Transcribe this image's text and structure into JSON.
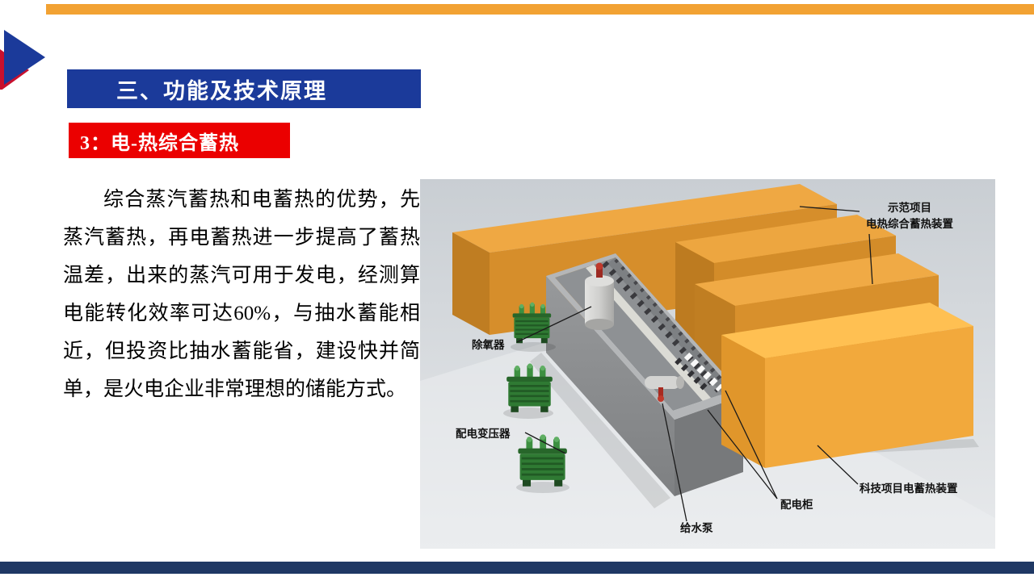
{
  "slide": {
    "section_title": "三、功能及技术原理",
    "subsection_title": "3：电-热综合蓄热",
    "body_text": "综合蒸汽蓄热和电蓄热的优势，先蒸汽蓄热，再电蓄热进一步提高了蓄热温差，出来的蒸汽可用于发电，经测算电能转化效率可达60%，与抽水蓄能相近，但投资比抽水蓄能省，建设快并简单，是火电企业非常理想的储能方式。"
  },
  "diagram": {
    "labels": {
      "demo_project_line1": "示范项目",
      "demo_project_line2": "电热综合蓄热装置",
      "deaerator": "除氧器",
      "distribution_transformer": "配电变压器",
      "feedwater_pump": "给水泵",
      "distribution_cabinet": "配电柜",
      "tech_project": "科技项目电蓄热装置"
    }
  },
  "colors": {
    "top_bar_orange": "#F2A233",
    "banner_blue": "#1B3A9A",
    "banner_red": "#EB0000",
    "bottom_bar_navy": "#1F3864",
    "storage_box_orange": "#D68E2B",
    "front_box_yellow": "#F2A93C"
  }
}
